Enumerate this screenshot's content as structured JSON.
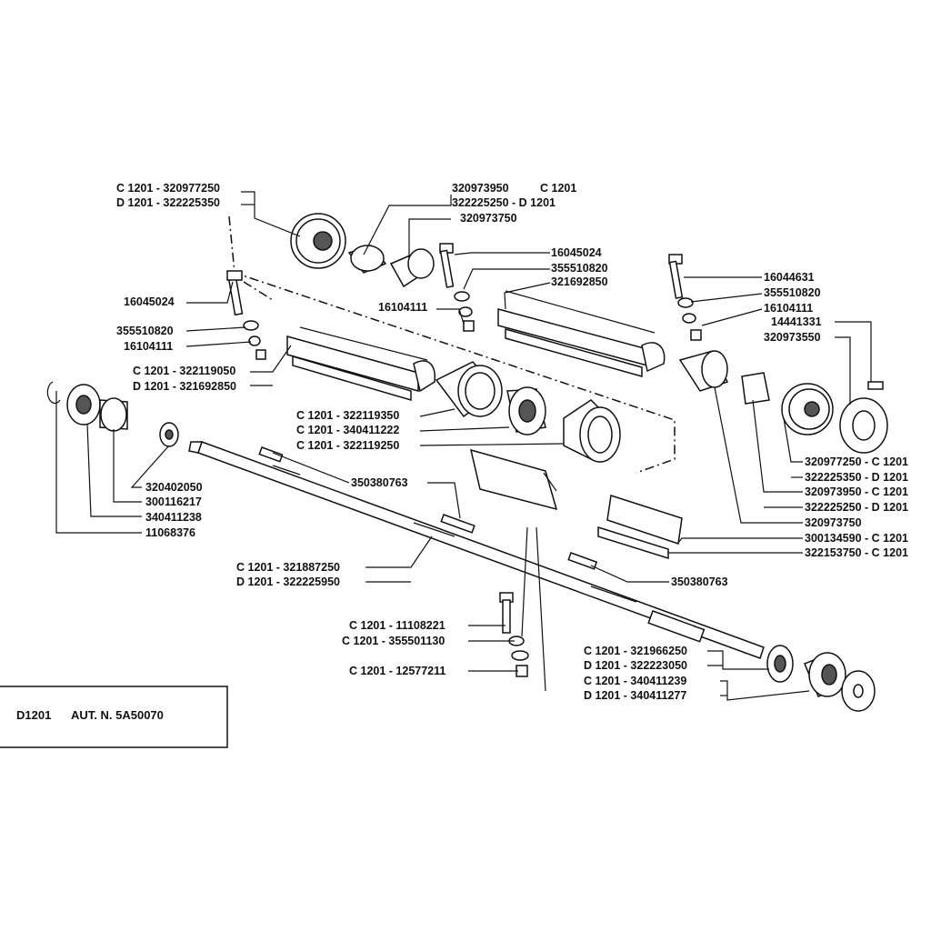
{
  "title_block": {
    "model": "D1201",
    "ref": "AUT. N. 5A50070"
  },
  "labels": {
    "l1": "C 1201 - 320977250",
    "l2": "D 1201 - 322225350",
    "l3": "320973950",
    "l3b": "C 1201",
    "l4": "322225250 - D 1201",
    "l5": "320973750",
    "l6": "16045024",
    "l7": "355510820",
    "l8": "321692850",
    "l9": "16104111",
    "l10": "16044631",
    "l11": "355510820",
    "l12": "16104111",
    "l13": "14441331",
    "l14": "320973550",
    "l15": "16045024",
    "l16": "355510820",
    "l17": "16104111",
    "l18": "C 1201 - 322119050",
    "l19": "D 1201 - 321692850",
    "l20": "C 1201 - 322119350",
    "l21": "C 1201 - 340411222",
    "l22": "C 1201 - 322119250",
    "l23": "320402050",
    "l24": "300116217",
    "l25": "340411238",
    "l26": "11068376",
    "l27": "350380763",
    "l28": "C 1201 - 321887250",
    "l29": "D 1201 - 322225950",
    "l30": "320977250 - C 1201",
    "l31": "322225350 - D 1201",
    "l32": "320973950 - C 1201",
    "l33": "322225250 - D 1201",
    "l34": "320973750",
    "l35": "300134590 - C 1201",
    "l36": "322153750 - C 1201",
    "l37": "350380763",
    "l38": "C 1201 - 11108221",
    "l39": "C 1201 - 355501130",
    "l40": "C 1201 - 12577211",
    "l41": "C 1201 - 321966250",
    "l42": "D 1201 - 322223050",
    "l43": "C 1201 - 340411239",
    "l44": "D 1201 - 340411277"
  }
}
